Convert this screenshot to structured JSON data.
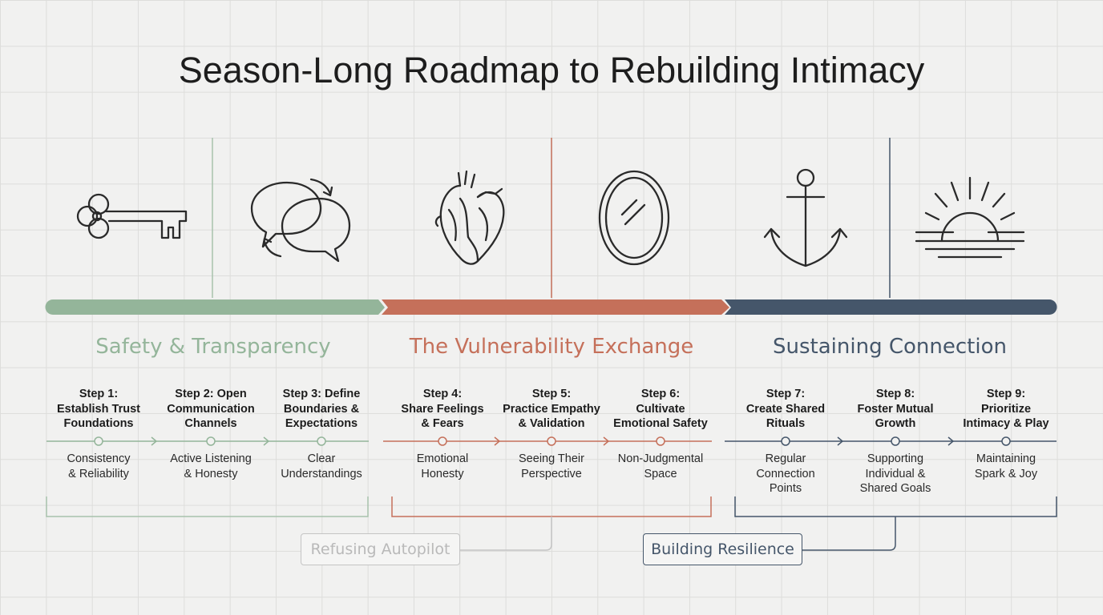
{
  "title": "Season-Long Roadmap to Rebuilding Intimacy",
  "colors": {
    "phase1": "#94b59a",
    "phase2": "#c5705a",
    "phase3": "#45566a",
    "muted": "#c4c4c4"
  },
  "phases": [
    {
      "title": "Safety & Transparency"
    },
    {
      "title": "The Vulnerability Exchange"
    },
    {
      "title": "Sustaining Connection"
    }
  ],
  "icons": [
    "key-icon",
    "speech-bubbles-icon",
    "heart-icon",
    "mirror-icon",
    "anchor-icon",
    "sunrise-icon"
  ],
  "steps": [
    {
      "label": "Step 1:\nEstablish Trust\nFoundations",
      "desc": "Consistency\n& Reliability"
    },
    {
      "label": "Step 2: Open\nCommunication\nChannels",
      "desc": "Active Listening\n& Honesty"
    },
    {
      "label": "Step 3: Define\nBoundaries &\nExpectations",
      "desc": "Clear\nUnderstandings"
    },
    {
      "label": "Step 4:\nShare Feelings\n& Fears",
      "desc": "Emotional\nHonesty"
    },
    {
      "label": "Step 5:\nPractice Empathy\n& Validation",
      "desc": "Seeing Their\nPerspective"
    },
    {
      "label": "Step 6:\nCultivate\nEmotional Safety",
      "desc": "Non-Judgmental\nSpace"
    },
    {
      "label": "Step 7:\nCreate Shared\nRituals",
      "desc": "Regular\nConnection\nPoints"
    },
    {
      "label": "Step 8:\nFoster Mutual\nGrowth",
      "desc": "Supporting\nIndividual &\nShared Goals"
    },
    {
      "label": "Step 9:\nPrioritize\nIntimacy & Play",
      "desc": "Maintaining\nSpark & Joy"
    }
  ],
  "callouts": [
    {
      "label": "Refusing Autopilot"
    },
    {
      "label": "Building Resilience"
    }
  ]
}
